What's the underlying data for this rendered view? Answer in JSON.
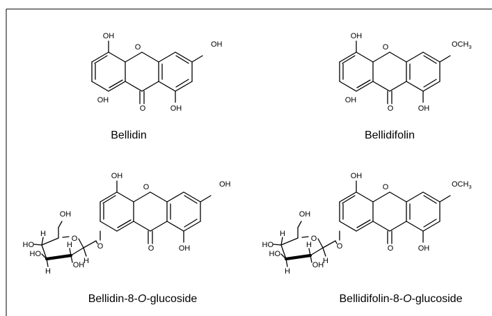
{
  "atoms": {
    "hydroxyl": "OH",
    "hydroxyl_rev": "HO",
    "oxygen": "O",
    "hydrogen": "H",
    "methoxy_base": "OCH",
    "methoxy_sub": "3"
  },
  "compounds": [
    {
      "caption": "Bellidin"
    },
    {
      "caption": "Bellidifolin"
    },
    {
      "caption_prefix": "Bellidin-8-",
      "caption_italic": "O",
      "caption_suffix": "-glucoside"
    },
    {
      "caption_prefix": "Bellidifolin-8-",
      "caption_italic": "O",
      "caption_suffix": "-glucoside"
    }
  ]
}
